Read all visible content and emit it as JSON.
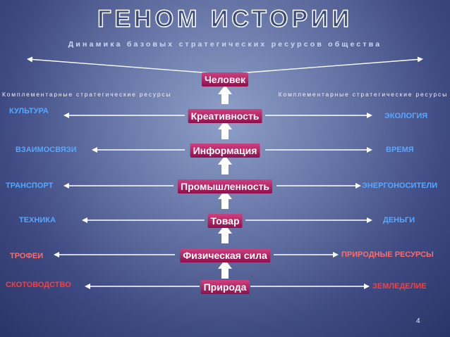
{
  "title": "ГЕНОМ ИСТОРИИ",
  "subtitle": "Динамика базовых стратегических ресурсов общества",
  "complementary_left": "Комплементарные стратегические ресурсы",
  "complementary_right": "Комплементарные стратегические ресурсы",
  "center_chain": [
    "Человек",
    "Креативность",
    "Информация",
    "Промышленность",
    "Товар",
    "Физическая сила",
    "Природа"
  ],
  "left_items": [
    "КУЛЬТУРА",
    "ВЗАИМОСВЯЗИ",
    "ТРАНСПОРТ",
    "ТЕХНИКА",
    "ТРОФЕИ",
    "СКОТОВОДСТВО"
  ],
  "right_items": [
    "ЭКОЛОГИЯ",
    "ВРЕМЯ",
    "ЭНЕРГОНОСИТЕЛИ",
    "ДЕНЬГИ",
    "ПРИРОДНЫЕ РЕСУРСЫ",
    "ЗЕМЛЕДЕЛИЕ"
  ],
  "colors": {
    "center_box": "#b21f62",
    "left_text": "#56a7ff",
    "right_text": "#56a7ff",
    "bottom_red": "#ff3b3b",
    "arrow": "#ffffff"
  },
  "page_number": "4"
}
